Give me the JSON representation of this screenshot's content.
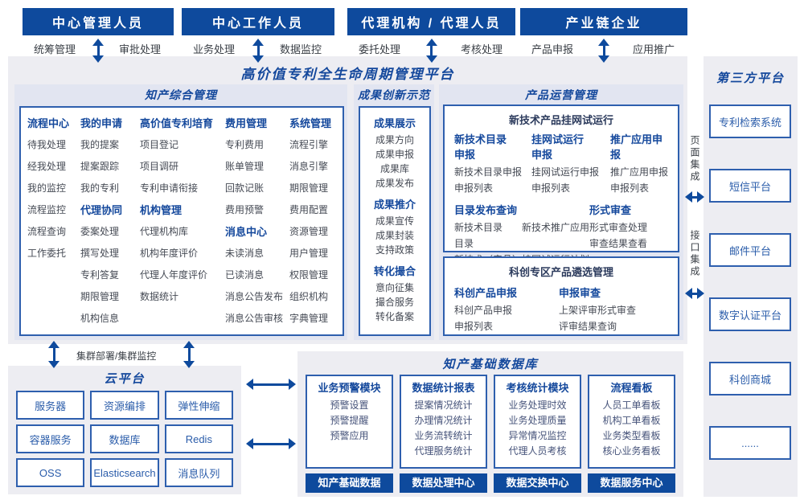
{
  "page_title": "高价值专利全生命周期管理平台",
  "colors": {
    "primary_blue": "#0e4a9d",
    "title_blue": "#14489c",
    "border_blue": "#2e5fae",
    "container_bg": "#ededf2",
    "panel_bg": "#e2e5f1",
    "item_text": "#454a54"
  },
  "top_roles": [
    {
      "title": "中心管理人员",
      "left_label": "统筹管理",
      "right_label": "审批处理"
    },
    {
      "title": "中心工作人员",
      "left_label": "业务处理",
      "right_label": "数据监控"
    },
    {
      "title": "代理机构 / 代理人员",
      "left_label": "委托处理",
      "right_label": "考核处理"
    },
    {
      "title": "产业链企业",
      "left_label": "产品申报",
      "right_label": "应用推广"
    }
  ],
  "sections": {
    "ip_mgmt": {
      "title": "知产综合管理",
      "columns": [
        [
          {
            "h": 1,
            "label": "流程中心"
          },
          {
            "label": "待我处理"
          },
          {
            "label": "经我处理"
          },
          {
            "label": "我的监控"
          },
          {
            "label": "流程监控"
          },
          {
            "label": "流程查询"
          },
          {
            "label": "工作委托"
          }
        ],
        [
          {
            "h": 1,
            "label": "我的申请"
          },
          {
            "label": "我的提案"
          },
          {
            "label": "提案跟踪"
          },
          {
            "label": "我的专利"
          },
          {
            "h": 1,
            "label": "代理协同"
          },
          {
            "label": "委案处理"
          },
          {
            "label": "撰写处理"
          },
          {
            "label": "专利答复"
          },
          {
            "label": "期限管理"
          },
          {
            "label": "机构信息"
          }
        ],
        [
          {
            "h": 1,
            "label": "高价值专利培育"
          },
          {
            "label": "项目登记"
          },
          {
            "label": "项目调研"
          },
          {
            "label": "专利申请衔接"
          },
          {
            "h": 1,
            "label": "机构管理"
          },
          {
            "label": "代理机构库"
          },
          {
            "label": "机构年度评价"
          },
          {
            "label": "代理人年度评价"
          },
          {
            "label": "数据统计"
          }
        ],
        [
          {
            "h": 1,
            "label": "费用管理"
          },
          {
            "label": "专利费用"
          },
          {
            "label": "账单管理"
          },
          {
            "label": "回款记账"
          },
          {
            "label": "费用预警"
          },
          {
            "h": 1,
            "label": "消息中心"
          },
          {
            "label": "未读消息"
          },
          {
            "label": "已读消息"
          },
          {
            "label": "消息公告发布"
          },
          {
            "label": "消息公告审核"
          }
        ],
        [
          {
            "h": 1,
            "label": "系统管理"
          },
          {
            "label": "流程引擎"
          },
          {
            "label": "消息引擎"
          },
          {
            "label": "期限管理"
          },
          {
            "label": "费用配置"
          },
          {
            "label": "资源管理"
          },
          {
            "label": "用户管理"
          },
          {
            "label": "权限管理"
          },
          {
            "label": "组织机构"
          },
          {
            "label": "字典管理"
          }
        ]
      ]
    },
    "achievement": {
      "title": "成果创新示范",
      "groups": [
        {
          "header": "成果展示",
          "items": [
            "成果方向",
            "成果申报",
            "成果库",
            "成果发布"
          ]
        },
        {
          "header": "成果推介",
          "items": [
            "成果宣传",
            "成果封装",
            "支持政策"
          ]
        },
        {
          "header": "转化撮合",
          "items": [
            "意向征集",
            "撮合服务",
            "转化备案"
          ]
        }
      ]
    },
    "product_ops": {
      "title": "产品运营管理",
      "box1": {
        "title": "新技术产品挂网试运行",
        "row1": [
          {
            "header": "新技术目录\n申报",
            "items": [
              "新技术目录申报",
              "申报列表"
            ]
          },
          {
            "header": "挂网试运行\n申报",
            "items": [
              "挂网试运行申报",
              "申报列表"
            ]
          },
          {
            "header": "推广应用申报",
            "items": [
              "推广应用申报",
              "申报列表"
            ]
          }
        ],
        "row2": [
          {
            "header": "目录发布查询",
            "items": [
              "新技术目录　　新技术推广应用目录",
              "新技术（产品）挂网试运行计划"
            ]
          },
          {
            "header": "形式审查",
            "items": [
              "形式审查处理",
              "审查结果查看"
            ]
          }
        ]
      },
      "box2": {
        "title": "科创专区产品遴选管理",
        "groups": [
          {
            "header": "科创产品申报",
            "items": [
              "科创产品申报",
              "申报列表"
            ]
          },
          {
            "header": "申报审查",
            "items": [
              "上架评审形式审查",
              "评审结果查询"
            ]
          }
        ]
      }
    }
  },
  "cloud": {
    "title": "云平台",
    "link_label": "集群部署/集群监控",
    "boxes": [
      "服务器",
      "资源编排",
      "弹性伸缩",
      "容器服务",
      "数据库",
      "Redis",
      "OSS",
      "Elasticsearch",
      "消息队列"
    ]
  },
  "database": {
    "title": "知产基础数据库",
    "modules": [
      {
        "header": "业务预警模块",
        "items": [
          "预警设置",
          "预警提醒",
          "预警应用"
        ],
        "bar": "知产基础数据"
      },
      {
        "header": "数据统计报表",
        "items": [
          "提案情况统计",
          "办理情况统计",
          "业务流转统计",
          "代理服务统计"
        ],
        "bar": "数据处理中心"
      },
      {
        "header": "考核统计模块",
        "items": [
          "业务处理时效",
          "业务处理质量",
          "异常情况监控",
          "代理人员考核"
        ],
        "bar": "数据交换中心"
      },
      {
        "header": "流程看板",
        "items": [
          "人员工单看板",
          "机构工单看板",
          "业务类型看板",
          "核心业务看板"
        ],
        "bar": "数据服务中心"
      }
    ]
  },
  "third_party": {
    "title": "第三方平台",
    "page_integration": "页面集成",
    "api_integration": "接口集成",
    "boxes": [
      "专利检索系统",
      "短信平台",
      "邮件平台",
      "数字认证平台",
      "科创商城",
      "......"
    ]
  }
}
